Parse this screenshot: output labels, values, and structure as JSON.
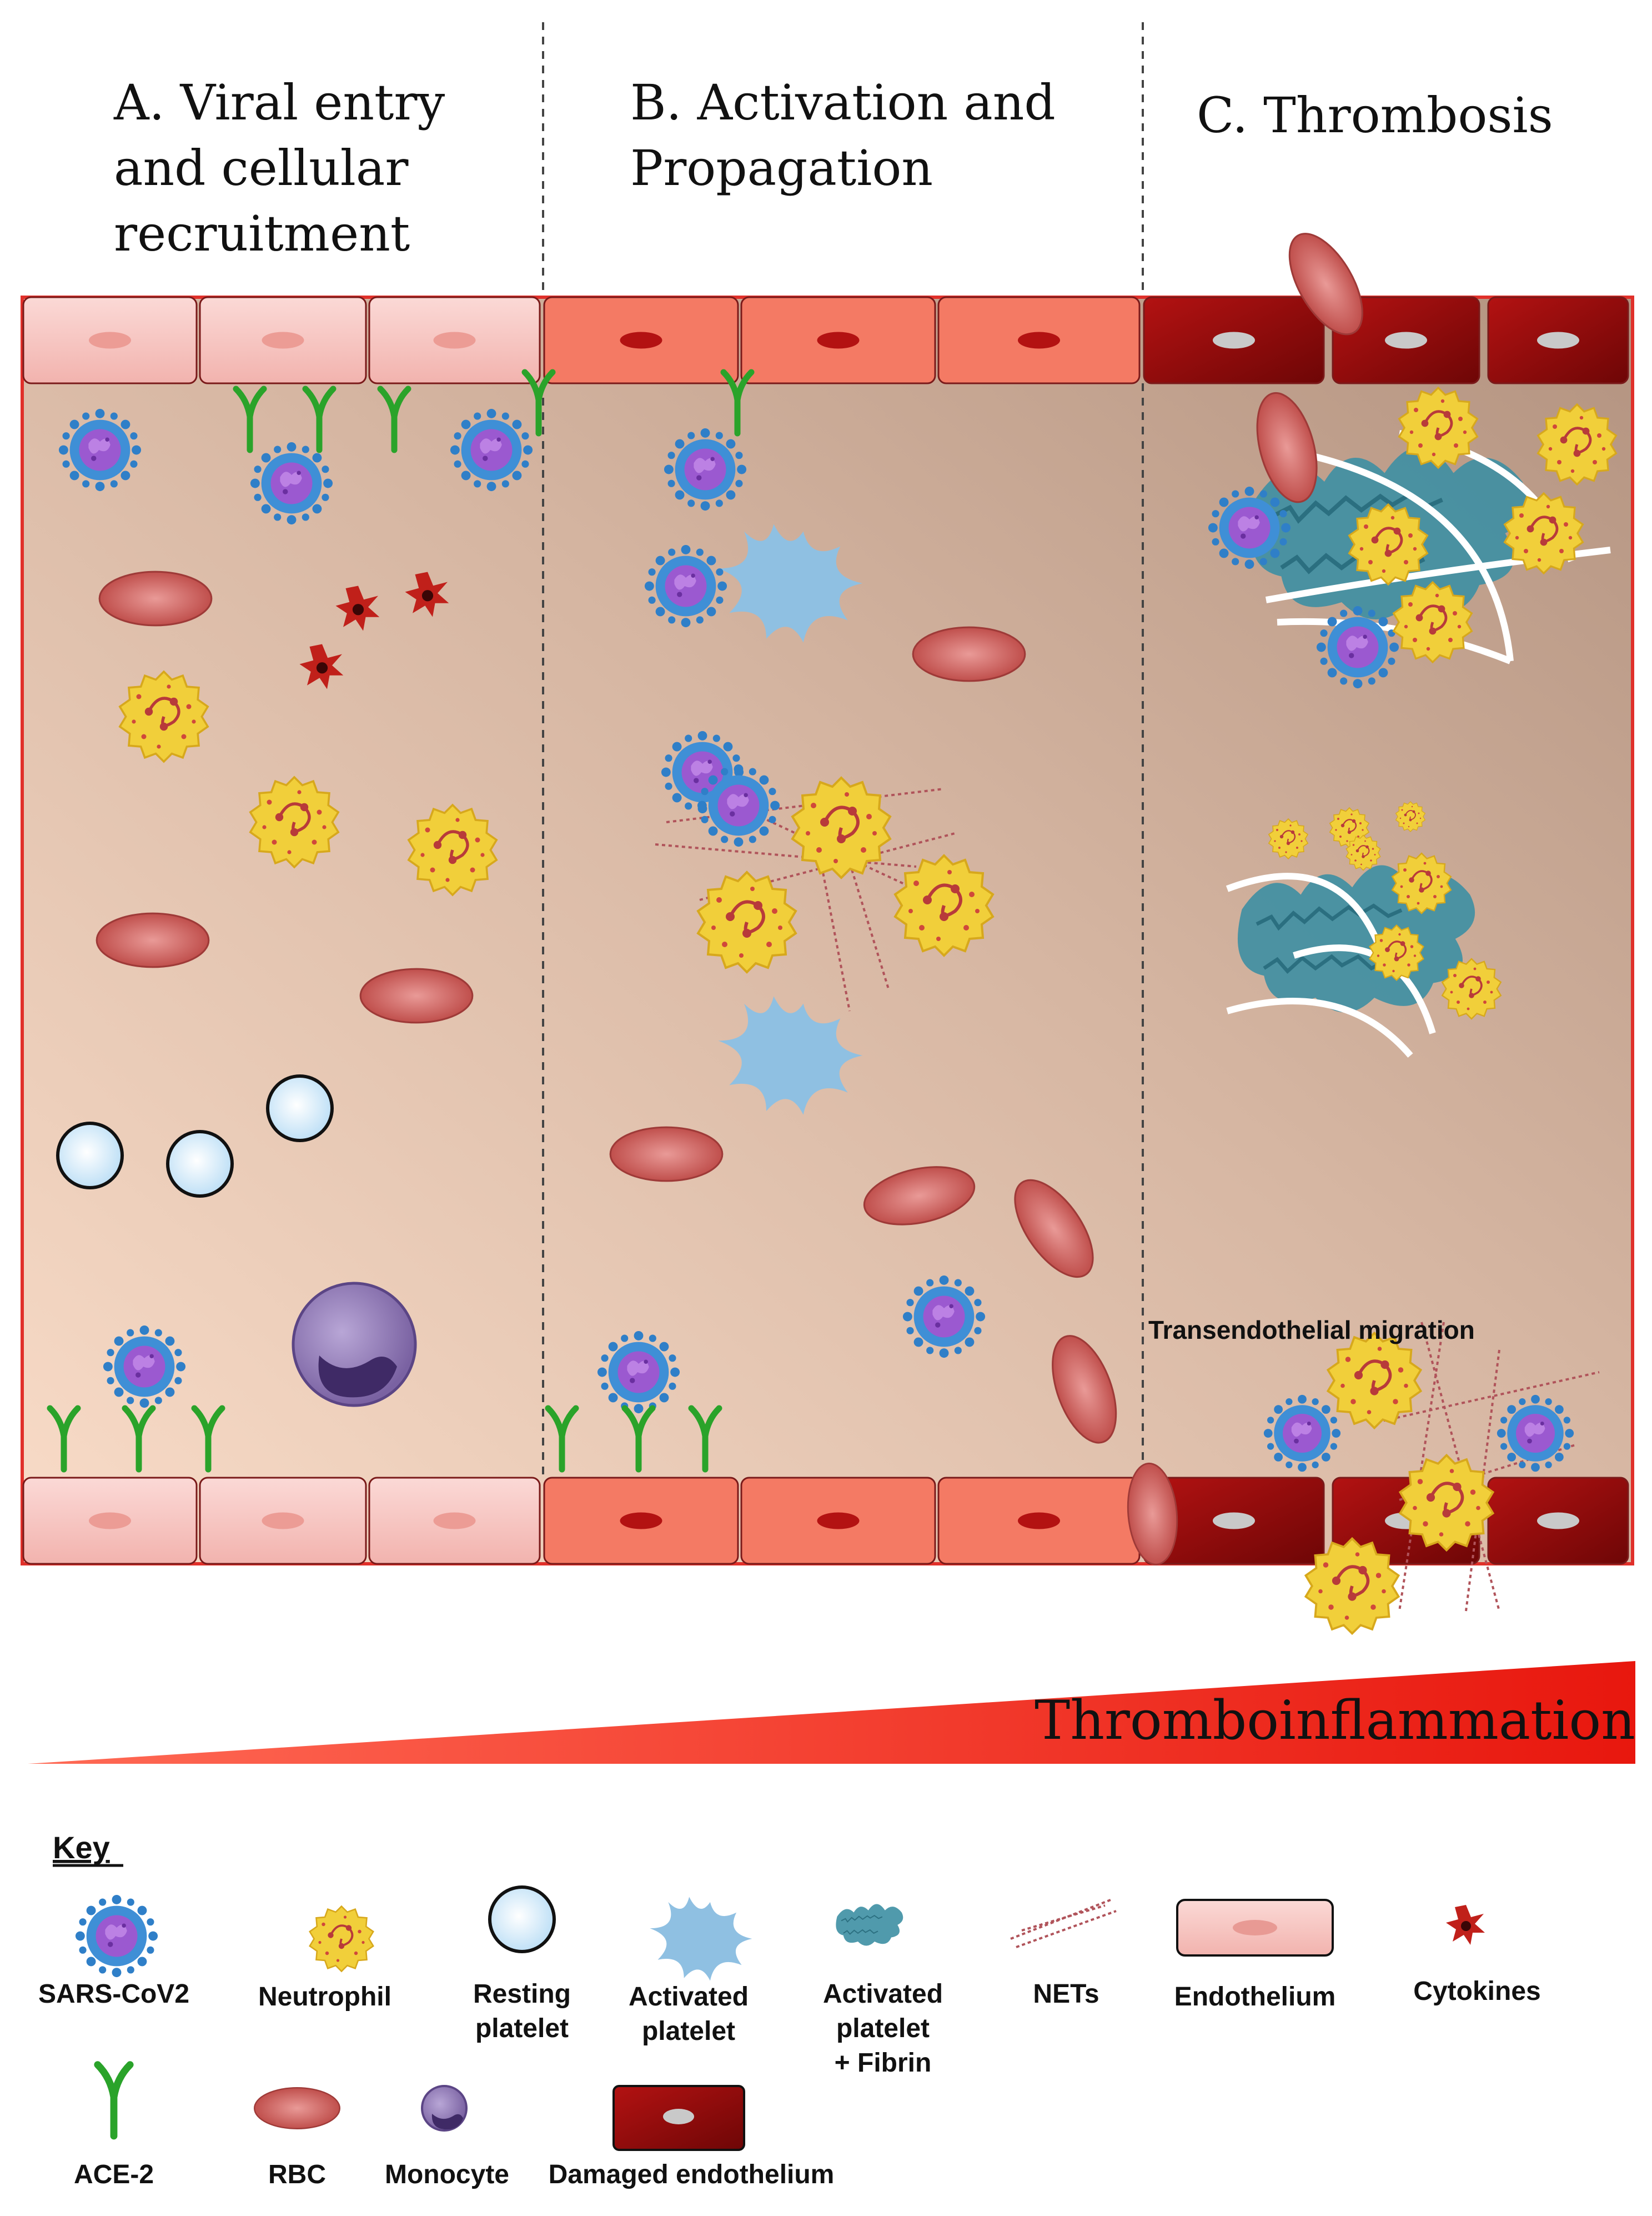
{
  "panels": [
    {
      "title_lines": [
        "A. Viral entry",
        "and cellular",
        "recruitment"
      ]
    },
    {
      "title_lines": [
        "B. Activation and",
        "Propagation"
      ]
    },
    {
      "title_lines": [
        "C. Thrombosis"
      ]
    }
  ],
  "annotation": "Transendothelial migration",
  "gradient_label": "Thromboinflammation",
  "key": {
    "heading": "Key",
    "items": [
      {
        "label_lines": [
          "SARS-CoV2"
        ],
        "icon": "virus-icon"
      },
      {
        "label_lines": [
          "Neutrophil"
        ],
        "icon": "neutrophil-icon"
      },
      {
        "label_lines": [
          "Resting",
          "platelet"
        ],
        "icon": "resting-platelet-icon"
      },
      {
        "label_lines": [
          "Activated",
          "platelet"
        ],
        "icon": "activated-platelet-icon"
      },
      {
        "label_lines": [
          "Activated",
          "platelet",
          "+ Fibrin"
        ],
        "icon": "platelet-fibrin-icon"
      },
      {
        "label_lines": [
          "NETs"
        ],
        "icon": "nets-icon"
      },
      {
        "label_lines": [
          "Endothelium"
        ],
        "icon": "endothelium-icon"
      },
      {
        "label_lines": [
          "Cytokines"
        ],
        "icon": "cytokine-icon"
      },
      {
        "label_lines": [
          "ACE-2"
        ],
        "icon": "ace2-receptor-icon"
      },
      {
        "label_lines": [
          "RBC"
        ],
        "icon": "rbc-icon"
      },
      {
        "label_lines": [
          "Monocyte"
        ],
        "icon": "monocyte-icon"
      },
      {
        "label_lines": [
          "Damaged endothelium"
        ],
        "icon": "damaged-endothelium-icon"
      }
    ]
  },
  "colors": {
    "vessel_border": "#e0302a",
    "endothelium_healthy": "#f6c4c0",
    "endothelium_activated": "#f47a64",
    "endothelium_damaged": "#a40e0e",
    "rbc": "#cd5c5a",
    "neutrophil": "#f1cf3a",
    "virus": "#3f8fd6",
    "virus_core": "#9b59d0",
    "platelet_resting": "#cfe7f8",
    "platelet_activated": "#8fc0e2",
    "fibrin_mesh": "#3d8fa3",
    "monocyte": "#8a72b0",
    "ace2": "#2aa32a",
    "cytokine": "#c0201a",
    "gradient_red": "#e8170e"
  }
}
